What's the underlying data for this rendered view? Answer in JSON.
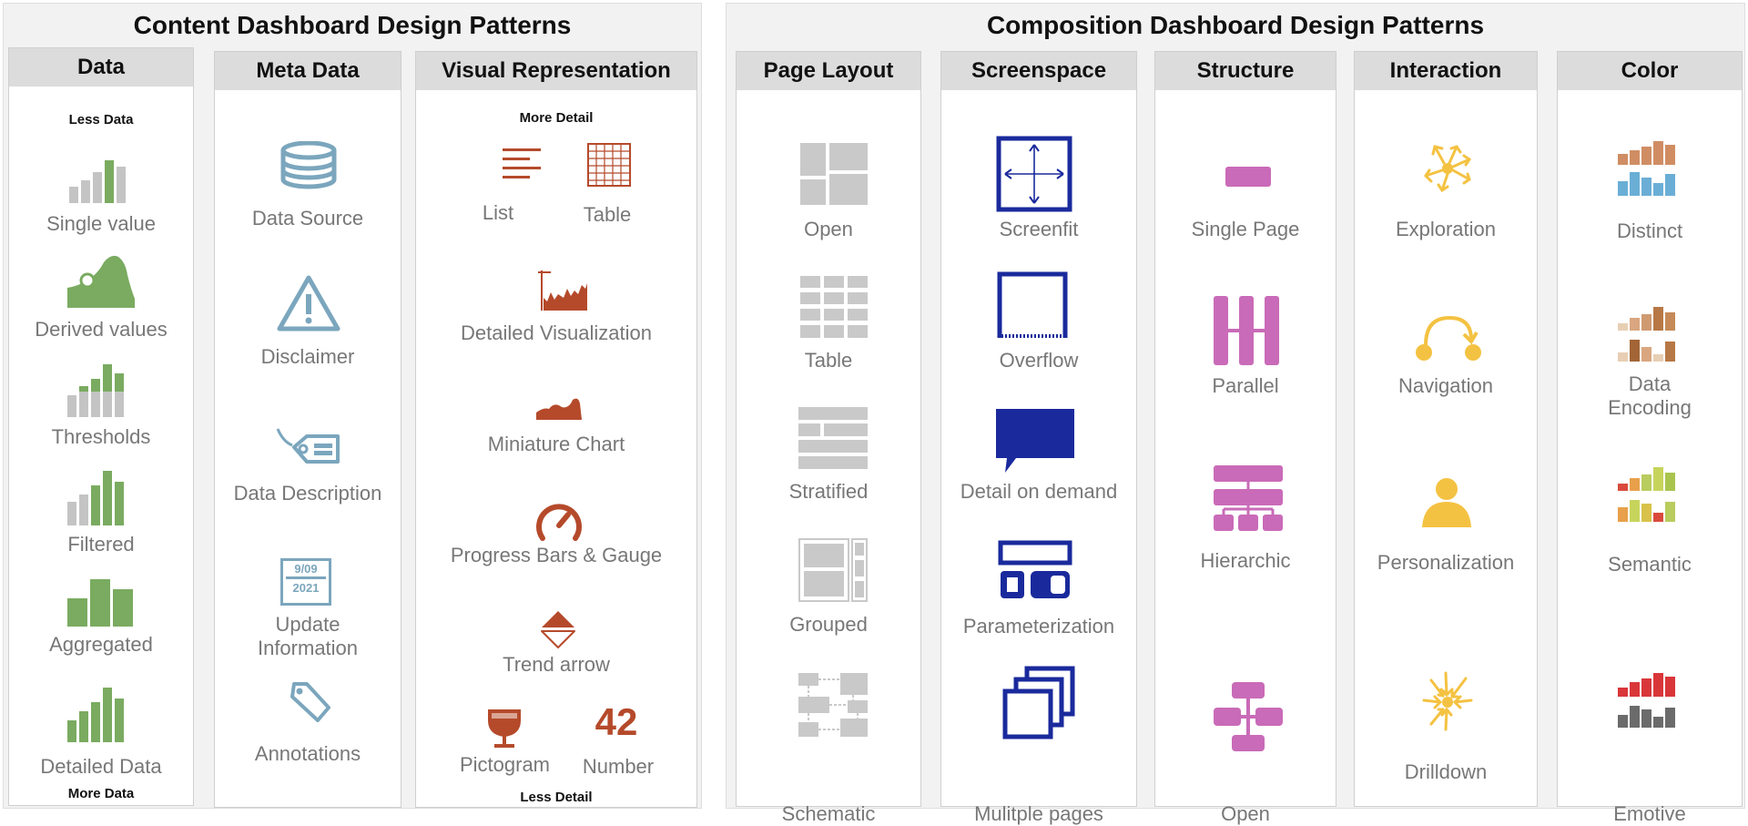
{
  "content_panel": {
    "title": "Content Dashboard Design Patterns",
    "data": {
      "header": "Data",
      "top_caption": "Less Data",
      "bottom_caption": "More Data",
      "items": [
        "Single value",
        "Derived values",
        "Thresholds",
        "Filtered",
        "Aggregated",
        "Detailed Data"
      ]
    },
    "meta_data": {
      "header": "Meta Data",
      "items": [
        "Data Source",
        "Disclaimer",
        "Data Description",
        "Update",
        "Information",
        "Annotations"
      ],
      "date_icon_text": [
        "9/09",
        "2021"
      ]
    },
    "visual": {
      "header": "Visual Representation",
      "top_caption": "More Detail",
      "bottom_caption": "Less Detail",
      "items": [
        "List",
        "Table",
        "Detailed Visualization",
        "Miniature Chart",
        "Progress Bars & Gauge",
        "Trend arrow",
        "Pictogram",
        "Number"
      ],
      "number_icon_text": "42"
    }
  },
  "composition_panel": {
    "title": "Composition Dashboard Design Patterns",
    "page_layout": {
      "header": "Page Layout",
      "items": [
        "Open",
        "Table",
        "Stratified",
        "Grouped",
        "Schematic"
      ]
    },
    "screenspace": {
      "header": "Screenspace",
      "items": [
        "Screenfit",
        "Overflow",
        "Detail on demand",
        "Parameterization",
        "Mulitple pages"
      ]
    },
    "structure": {
      "header": "Structure",
      "items": [
        "Single Page",
        "Parallel",
        "Hierarchic",
        "Open"
      ]
    },
    "interaction": {
      "header": "Interaction",
      "items": [
        "Exploration",
        "Navigation",
        "Personalization",
        "Drilldown"
      ]
    },
    "color": {
      "header": "Color",
      "items": [
        "Distinct",
        "Data",
        "Encoding",
        "Semantic",
        "Emotive"
      ]
    }
  },
  "colors": {
    "data_green": "#7aab60",
    "data_gray": "#c4c4c4",
    "meta_blue": "#7ba6bd",
    "visual_red": "#b54a2b",
    "layout_gray": "#c9c9c9",
    "screen_blue": "#1a2a9c",
    "structure_pink": "#c96bb8",
    "interaction_yellow": "#f4c242"
  }
}
